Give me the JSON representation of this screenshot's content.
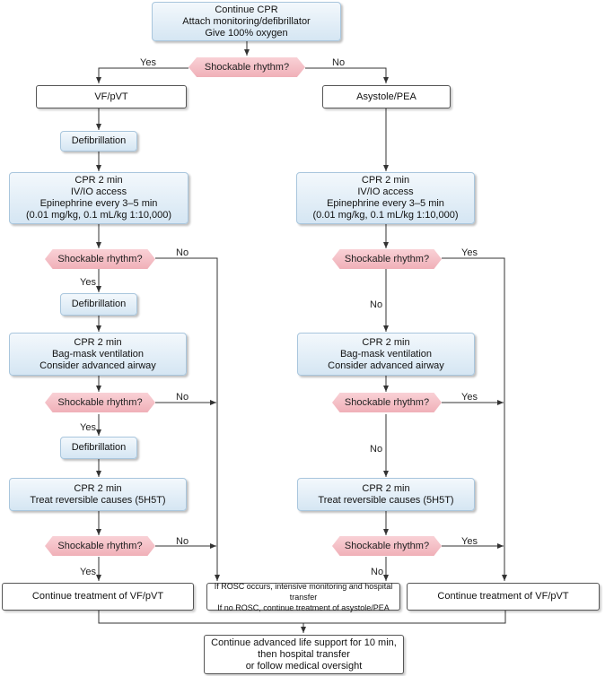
{
  "start": {
    "line1": "Continue CPR",
    "line2": "Attach monitoring/defibrillator",
    "line3": "Give 100% oxygen"
  },
  "top_decision": {
    "label": "Shockable rhythm?",
    "yes": "Yes",
    "no": "No"
  },
  "left": {
    "rhythm": "VF/pVT",
    "defib1": "Defibrillation",
    "cpr1": {
      "l1": "CPR 2 min",
      "l2": "IV/IO access",
      "l3": "Epinephrine every 3–5 min",
      "l4": "(0.01 mg/kg, 0.1 mL/kg 1:10,000)"
    },
    "dec1": {
      "label": "Shockable rhythm?",
      "yes": "Yes",
      "no": "No"
    },
    "defib2": "Defibrillation",
    "cpr2": {
      "l1": "CPR 2 min",
      "l2": "Bag-mask ventilation",
      "l3": "Consider advanced airway"
    },
    "dec2": {
      "label": "Shockable rhythm?",
      "yes": "Yes",
      "no": "No"
    },
    "defib3": "Defibrillation",
    "cpr3": {
      "l1": "CPR 2 min",
      "l2": "Treat reversible causes (5H5T)"
    },
    "dec3": {
      "label": "Shockable rhythm?",
      "yes": "Yes",
      "no": "No"
    },
    "final": "Continue treatment of VF/pVT"
  },
  "right": {
    "rhythm": "Asystole/PEA",
    "cpr1": {
      "l1": "CPR 2 min",
      "l2": "IV/IO access",
      "l3": "Epinephrine every 3–5 min",
      "l4": "(0.01 mg/kg, 0.1 mL/kg 1:10,000)"
    },
    "dec1": {
      "label": "Shockable rhythm?",
      "yes": "Yes",
      "no": "No"
    },
    "cpr2": {
      "l1": "CPR 2 min",
      "l2": "Bag-mask ventilation",
      "l3": "Consider advanced airway"
    },
    "dec2": {
      "label": "Shockable rhythm?",
      "yes": "Yes",
      "no": "No"
    },
    "cpr3": {
      "l1": "CPR 2 min",
      "l2": "Treat reversible causes (5H5T)"
    },
    "dec3": {
      "label": "Shockable rhythm?",
      "yes": "Yes",
      "no": "No"
    },
    "final": "Continue treatment of VF/pVT"
  },
  "middle": {
    "l1": "If ROSC occurs, intensive monitoring and hospital transfer",
    "l2": "If no ROSC, continue treatment of asystole/PEA"
  },
  "bottom": {
    "l1": "Continue advanced life support for 10 min,",
    "l2": "then hospital transfer",
    "l3": "or follow medical oversight"
  }
}
